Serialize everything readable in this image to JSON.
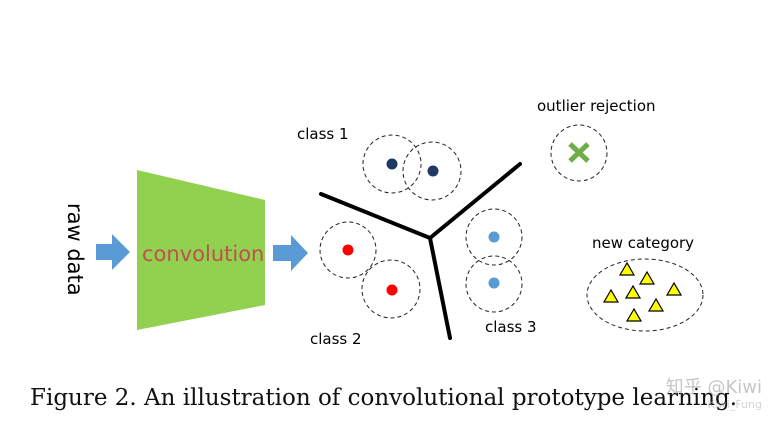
{
  "diagram": {
    "input_label": "raw data",
    "block_label": "convolution",
    "class_labels": [
      "class  1",
      "class  2",
      "class  3"
    ],
    "outlier_label": "outlier rejection",
    "new_category_label": "new category",
    "colors": {
      "block": "#92d050",
      "block_text": "#c0504d",
      "arrow": "#5b9bd5",
      "class1_point": "#1f3864",
      "class2_point": "#ff0000",
      "class3_point": "#5b9bd5",
      "outlier_cross": "#70ad47",
      "triangle_fill": "#ffff00"
    }
  },
  "caption": "Figure 2. An illustration of convolutional prototype learning.",
  "watermark": {
    "text": "知乎 @Kiwi",
    "subtext": "Kiwi_Fung"
  }
}
